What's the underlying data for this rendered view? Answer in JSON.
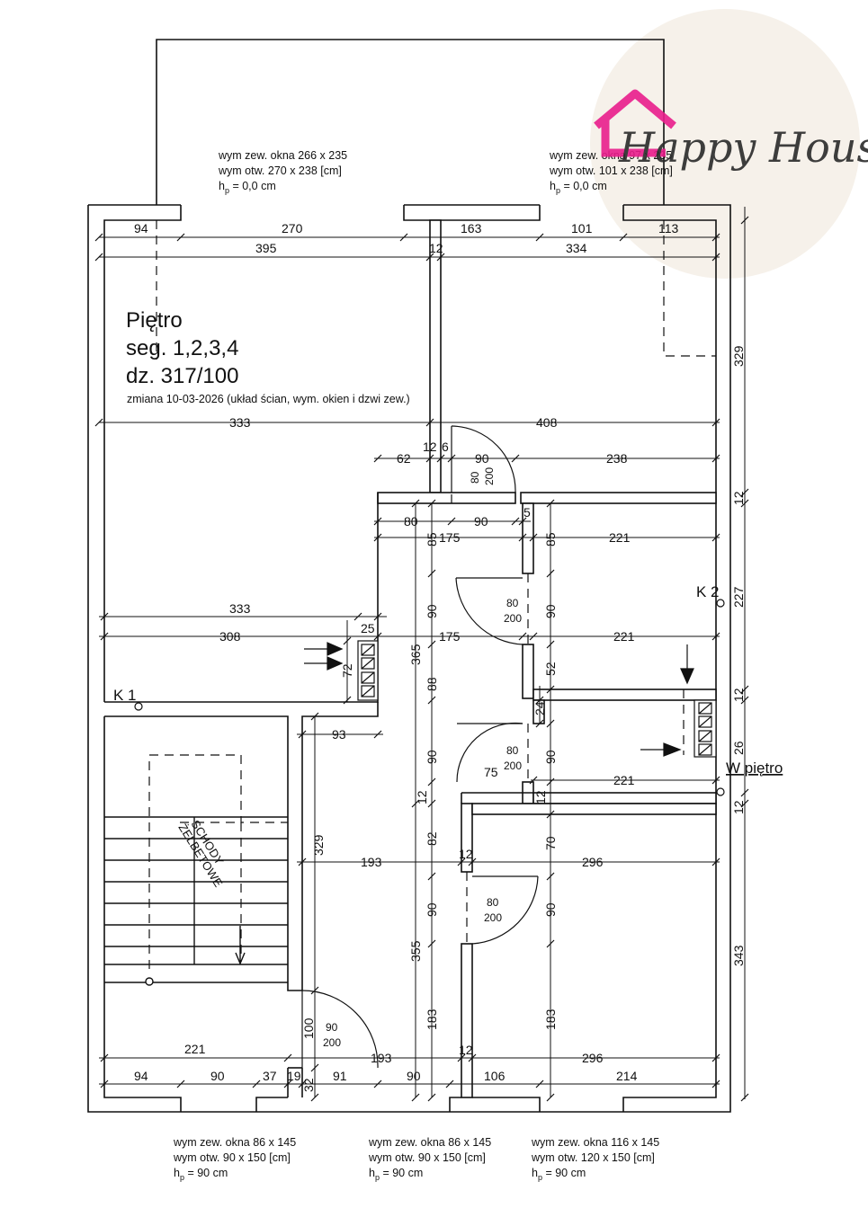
{
  "plan": {
    "title_lines": [
      "Piętro",
      "seg. 1,2,3,4",
      "dz. 317/100"
    ],
    "change_note": "zmiana 10-03-2026 (układ ścian, wym. okien i dzwi zew.)",
    "windows_top": [
      {
        "lines": [
          "wym zew. okna 266 x 235",
          "wym otw. 270 x 238 [cm]",
          "h",
          "p",
          " = 0,0 cm"
        ]
      },
      {
        "lines": [
          "wym zew. okna 97 x 235",
          "wym otw. 101 x 238 [cm]",
          "h",
          "p",
          " = 0,0 cm"
        ]
      }
    ],
    "windows_bottom": [
      {
        "lines": [
          "wym zew. okna 86 x 145",
          "wym otw. 90 x 150 [cm]",
          "h",
          "p",
          " = 90 cm"
        ]
      },
      {
        "lines": [
          "wym zew. okna 86 x 145",
          "wym otw. 90 x 150 [cm]",
          "h",
          "p",
          " = 90 cm"
        ]
      },
      {
        "lines": [
          "wym zew. okna 116 x 145",
          "wym otw. 120 x 150 [cm]",
          "h",
          "p",
          " = 90 cm"
        ]
      }
    ],
    "labels": {
      "k1": "K 1",
      "k2": "K 2",
      "w_pietro": "W piętro",
      "stairs": [
        "SCHODY",
        "ŻELBETOWE"
      ]
    },
    "doors": [
      {
        "w": "80",
        "h": "200"
      },
      {
        "w": "80",
        "h": "200"
      },
      {
        "w": "80",
        "h": "200"
      },
      {
        "w": "80",
        "h": "200"
      },
      {
        "w": "90",
        "h": "200"
      }
    ],
    "dimensions": {
      "top_row1": [
        "94",
        "270",
        "163",
        "101",
        "113"
      ],
      "top_row2": [
        "395",
        "12",
        "334"
      ],
      "row_333_408": [
        "333",
        "408"
      ],
      "row_62": [
        "12",
        "6",
        "62",
        "90",
        "238"
      ],
      "row_80": [
        "80",
        "90",
        "5"
      ],
      "row_175a": [
        "175",
        "85",
        "85",
        "221"
      ],
      "row_333b": [
        "333",
        "25"
      ],
      "row_308": [
        "308",
        "175",
        "221"
      ],
      "mid_vertical": [
        "90",
        "90",
        "52",
        "88",
        "72",
        "365",
        "24",
        "90",
        "90",
        "75",
        "12",
        "12"
      ],
      "row_93": [
        "93"
      ],
      "row_221c": [
        "221"
      ],
      "row_193": [
        "193",
        "12",
        "296"
      ],
      "lower_vertical": [
        "329",
        "82",
        "70",
        "90",
        "90",
        "355",
        "183",
        "183",
        "100"
      ],
      "row_221_193_296": [
        "221",
        "193",
        "12",
        "296"
      ],
      "bottom_row": [
        "94",
        "90",
        "37",
        "19",
        "91",
        "90",
        "106",
        "214",
        "32"
      ],
      "right_vertical": [
        "329",
        "12",
        "227",
        "12",
        "26",
        "12",
        "343"
      ]
    },
    "logo": {
      "text": "Happy House",
      "accent_color": "#e91e8c",
      "circle_color": "#f6f1ea"
    }
  }
}
